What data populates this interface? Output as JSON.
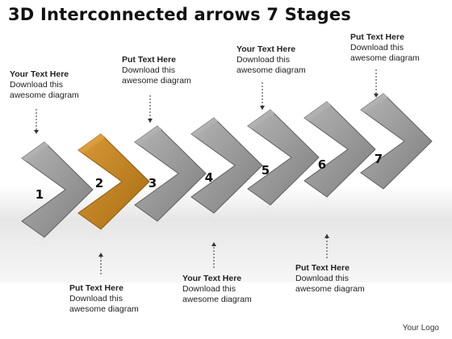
{
  "title": "3D Interconnected arrows 7 Stages",
  "stages": [
    {
      "number": "1",
      "color": "gray"
    },
    {
      "number": "2",
      "color": "orange"
    },
    {
      "number": "3",
      "color": "gray"
    },
    {
      "number": "4",
      "color": "gray"
    },
    {
      "number": "5",
      "color": "gray"
    },
    {
      "number": "6",
      "color": "gray"
    },
    {
      "number": "7",
      "color": "gray"
    }
  ],
  "callouts": [
    {
      "heading": "Your Text Here",
      "line1": "Download this",
      "line2": "awesome diagram"
    },
    {
      "heading": "Put Text Here",
      "line1": "Download this",
      "line2": "awesome diagram"
    },
    {
      "heading": "Your Text Here",
      "line1": "Download this",
      "line2": "awesome diagram"
    },
    {
      "heading": "Put Text Here",
      "line1": "Download this",
      "line2": "awesome diagram"
    },
    {
      "heading": "Put Text Here",
      "line1": "Download this",
      "line2": "awesome diagram"
    },
    {
      "heading": "Your Text Here",
      "line1": "Download this",
      "line2": "awesome diagram"
    },
    {
      "heading": "Put Text Here",
      "line1": "Download this",
      "line2": "awesome diagram"
    }
  ],
  "colors": {
    "accent": "#c98a1f",
    "gray_face": "#9a9a9a",
    "gray_dark": "#6f6f6f"
  },
  "logo": "Your Logo"
}
